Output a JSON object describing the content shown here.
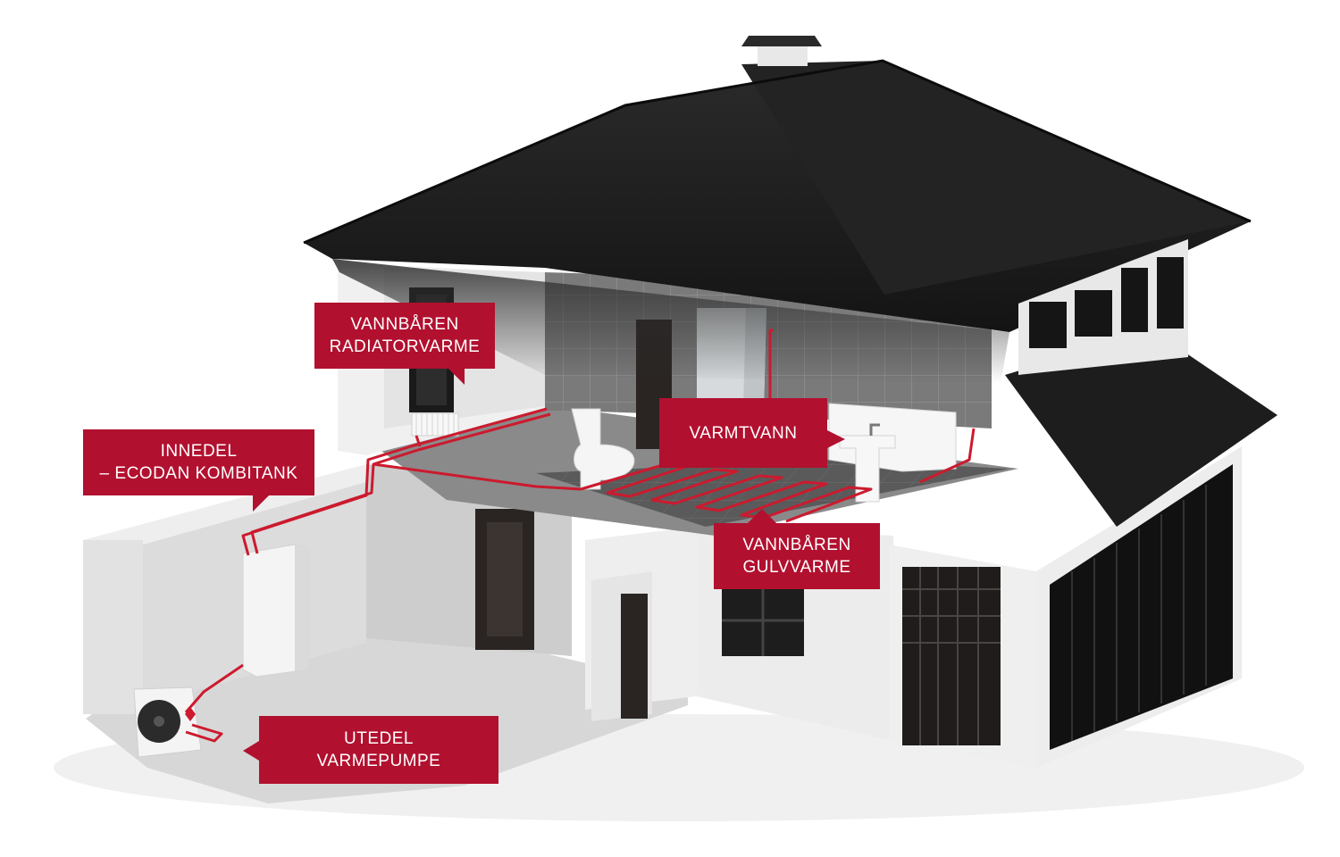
{
  "callouts": {
    "radiator": {
      "line1": "VANNBÅREN",
      "line2": "RADIATORVARME"
    },
    "innedel": {
      "line1": "INNEDEL",
      "line2": "– ECODAN KOMBITANK"
    },
    "varmtvann": {
      "line1": "VARMTVANN"
    },
    "gulvvarme": {
      "line1": "VANNBÅREN",
      "line2": "GULVVARME"
    },
    "utedel": {
      "line1": "UTEDEL",
      "line2": "VARMEPUMPE"
    }
  },
  "colors": {
    "callout": "#b2102f",
    "pipe": "#cc1a2e",
    "roof": "#1b1b1b",
    "wall": "#e6e6e6"
  },
  "icons": [
    "house-cutaway",
    "heat-pump-outdoor-unit",
    "indoor-tank",
    "radiator",
    "underfloor-heating",
    "bathtub",
    "toilet",
    "sink"
  ]
}
